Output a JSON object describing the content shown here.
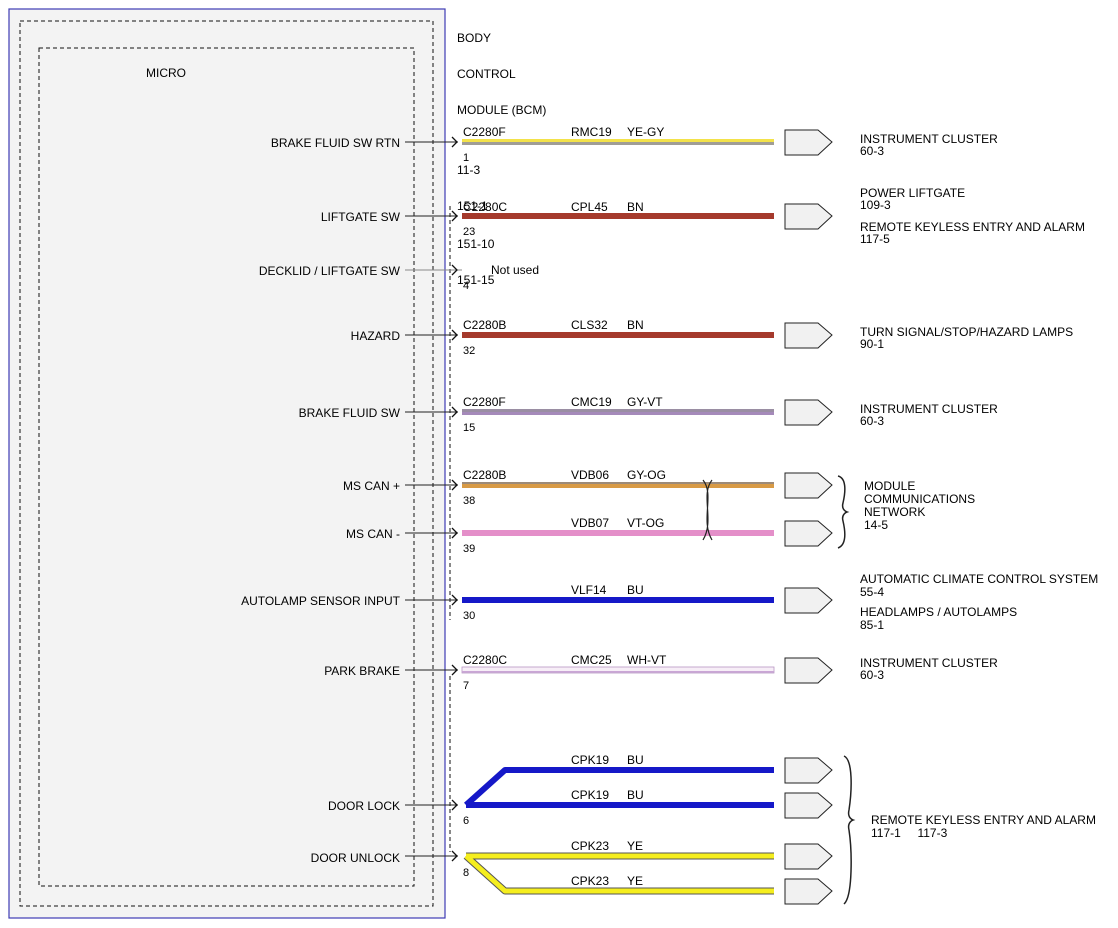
{
  "module": {
    "name_lines": [
      "BODY",
      "CONTROL",
      "MODULE (BCM)"
    ],
    "refs": [
      "11-3",
      "151-1",
      "151-10",
      "151-15"
    ],
    "inner_label": "MICRO"
  },
  "circuits": [
    {
      "label": "BRAKE FLUID SW RTN",
      "connector": "C2280F",
      "pin": "1",
      "circuit": "RMC19",
      "color_code": "YE-GY",
      "wire_colors": [
        "#f3e24a",
        "#a09d96"
      ]
    },
    {
      "label": "LIFTGATE SW",
      "connector": "C2280C",
      "pin": "23",
      "circuit": "CPL45",
      "color_code": "BN",
      "wire_colors": [
        "#a53a2c",
        "#a53a2c"
      ]
    },
    {
      "label": "DECKLID / LIFTGATE SW",
      "connector": "",
      "pin": "4",
      "circuit": "",
      "color_code": "",
      "note": "Not used"
    },
    {
      "label": "HAZARD",
      "connector": "C2280B",
      "pin": "32",
      "circuit": "CLS32",
      "color_code": "BN",
      "wire_colors": [
        "#a53a2c",
        "#a53a2c"
      ]
    },
    {
      "label": "BRAKE FLUID SW",
      "connector": "C2280F",
      "pin": "15",
      "circuit": "CMC19",
      "color_code": "GY-VT",
      "wire_colors": [
        "#9a8ea3",
        "#a58aba"
      ]
    },
    {
      "label": "MS CAN +",
      "connector": "C2280B",
      "pin": "38",
      "circuit": "VDB06",
      "color_code": "GY-OG",
      "wire_colors": [
        "#b98a50",
        "#d89a45"
      ]
    },
    {
      "label": "MS CAN -",
      "connector": "",
      "pin": "39",
      "circuit": "VDB07",
      "color_code": "VT-OG",
      "wire_colors": [
        "#e48fc9",
        "#e48fc9"
      ]
    },
    {
      "label": "AUTOLAMP SENSOR INPUT",
      "connector": "",
      "pin": "30",
      "circuit": "VLF14",
      "color_code": "BU",
      "wire_colors": [
        "#1518c8",
        "#1518c8"
      ]
    },
    {
      "label": "PARK BRAKE",
      "connector": "C2280C",
      "pin": "7",
      "circuit": "CMC25",
      "color_code": "WH-VT",
      "wire_colors": [
        "#f4eaf4",
        "#caa6d6"
      ]
    },
    {
      "label": "DOOR LOCK",
      "connector": "",
      "pin": "6",
      "branches": [
        {
          "circuit": "CPK19",
          "color_code": "BU"
        },
        {
          "circuit": "CPK19",
          "color_code": "BU"
        }
      ],
      "wire_color": "#1518c8"
    },
    {
      "label": "DOOR UNLOCK",
      "connector": "",
      "pin": "8",
      "branches": [
        {
          "circuit": "CPK23",
          "color_code": "YE"
        },
        {
          "circuit": "CPK23",
          "color_code": "YE"
        }
      ],
      "wire_color": "#f5ee1e"
    }
  ],
  "destinations": [
    {
      "lines": [
        "INSTRUMENT CLUSTER",
        "60-3"
      ]
    },
    {
      "lines": [
        "POWER LIFTGATE",
        "109-3",
        "REMOTE KEYLESS ENTRY AND ALARM",
        "117-5"
      ]
    },
    {
      "lines": [
        "TURN SIGNAL/STOP/HAZARD LAMPS",
        "90-1"
      ]
    },
    {
      "lines": [
        "INSTRUMENT CLUSTER",
        "60-3"
      ]
    },
    {
      "lines": [
        "MODULE",
        "COMMUNICATIONS",
        "NETWORK",
        "14-5"
      ]
    },
    {
      "lines": [
        "AUTOMATIC CLIMATE CONTROL SYSTEM",
        "55-4",
        "HEADLAMPS / AUTOLAMPS",
        "85-1"
      ]
    },
    {
      "lines": [
        "INSTRUMENT CLUSTER",
        "60-3"
      ]
    },
    {
      "lines": [
        "REMOTE KEYLESS ENTRY AND ALARM",
        "117-1     117-3"
      ]
    }
  ]
}
